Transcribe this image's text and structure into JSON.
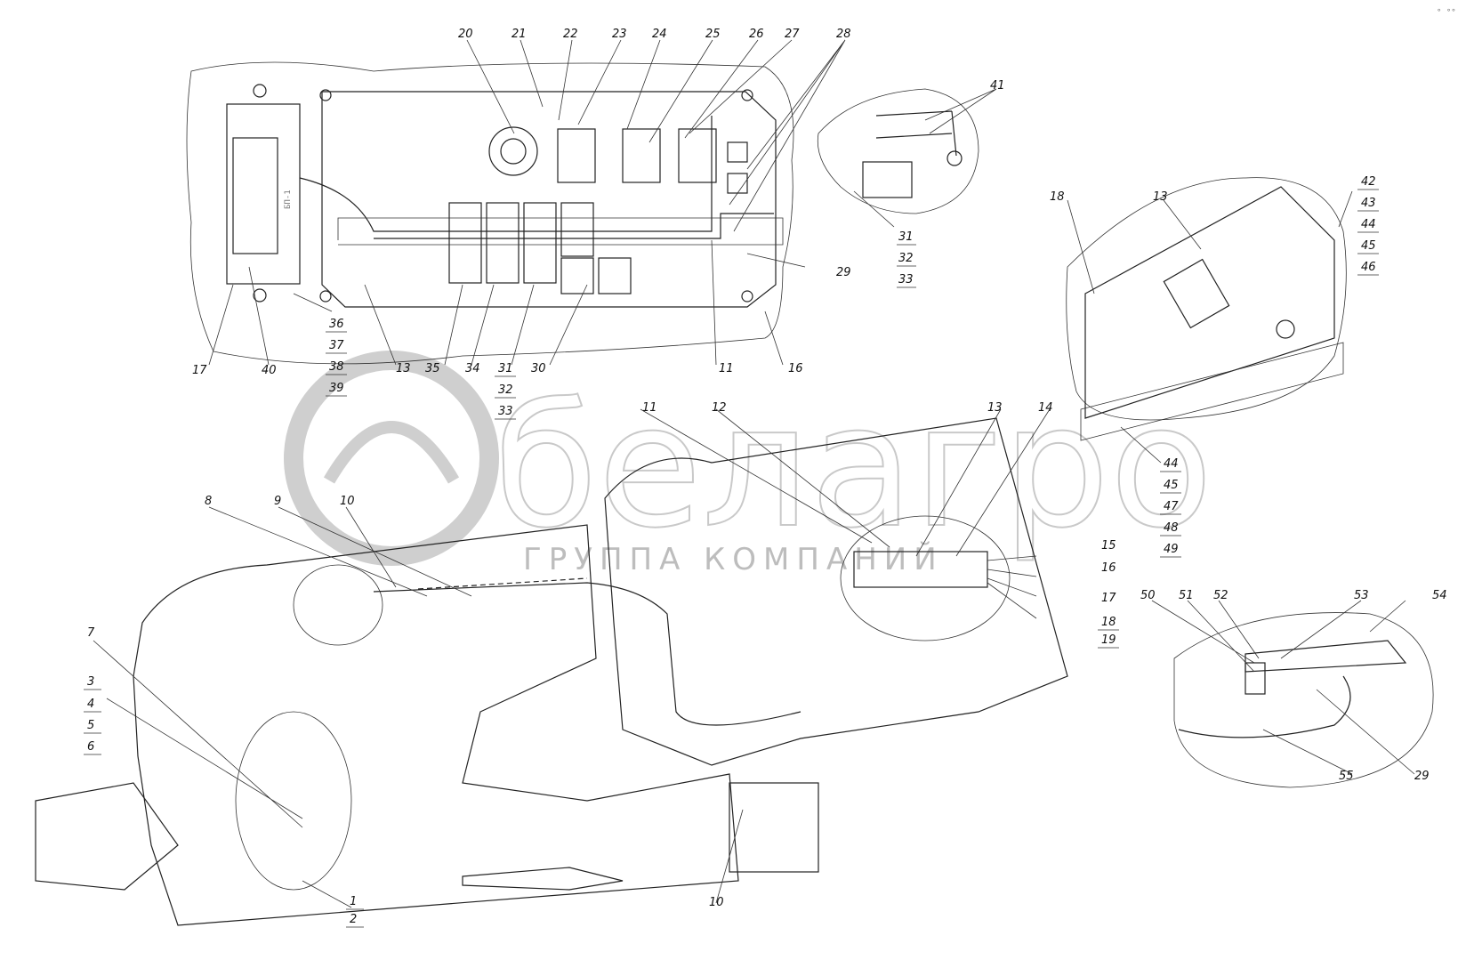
{
  "watermark": {
    "brand": "белагро",
    "subtitle": "ГРУППА КОМПАНИЙ"
  },
  "corner_mark": "∘ ∘∘",
  "device_label": "БП-1",
  "callouts": {
    "c20": "20",
    "c21": "21",
    "c22": "22",
    "c23": "23",
    "c24": "24",
    "c25": "25",
    "c26": "26",
    "c27": "27",
    "c28": "28",
    "c41": "41",
    "c31a": "31",
    "c32a": "32",
    "c33a": "33",
    "c29a": "29",
    "c36": "36",
    "c37": "37",
    "c38": "38",
    "c39": "39",
    "c17a": "17",
    "c40": "40",
    "c13a": "13",
    "c35": "35",
    "c34": "34",
    "c31b": "31",
    "c32b": "32",
    "c33b": "33",
    "c30": "30",
    "c11a": "11",
    "c16a": "16",
    "c18a": "18",
    "c13b": "13",
    "c42": "42",
    "c43": "43",
    "c44a": "44",
    "c45a": "45",
    "c46": "46",
    "c44b": "44",
    "c45b": "45",
    "c47": "47",
    "c48": "48",
    "c49": "49",
    "c11b": "11",
    "c12": "12",
    "c13c": "13",
    "c14": "14",
    "c15": "15",
    "c16b": "16",
    "c17b": "17",
    "c18b": "18",
    "c19": "19",
    "c8": "8",
    "c9": "9",
    "c10a": "10",
    "c7": "7",
    "c3": "3",
    "c4": "4",
    "c5": "5",
    "c6": "6",
    "c1": "1",
    "c2": "2",
    "c10b": "10",
    "c50": "50",
    "c51": "51",
    "c52": "52",
    "c53": "53",
    "c54": "54",
    "c55": "55",
    "c29b": "29"
  }
}
